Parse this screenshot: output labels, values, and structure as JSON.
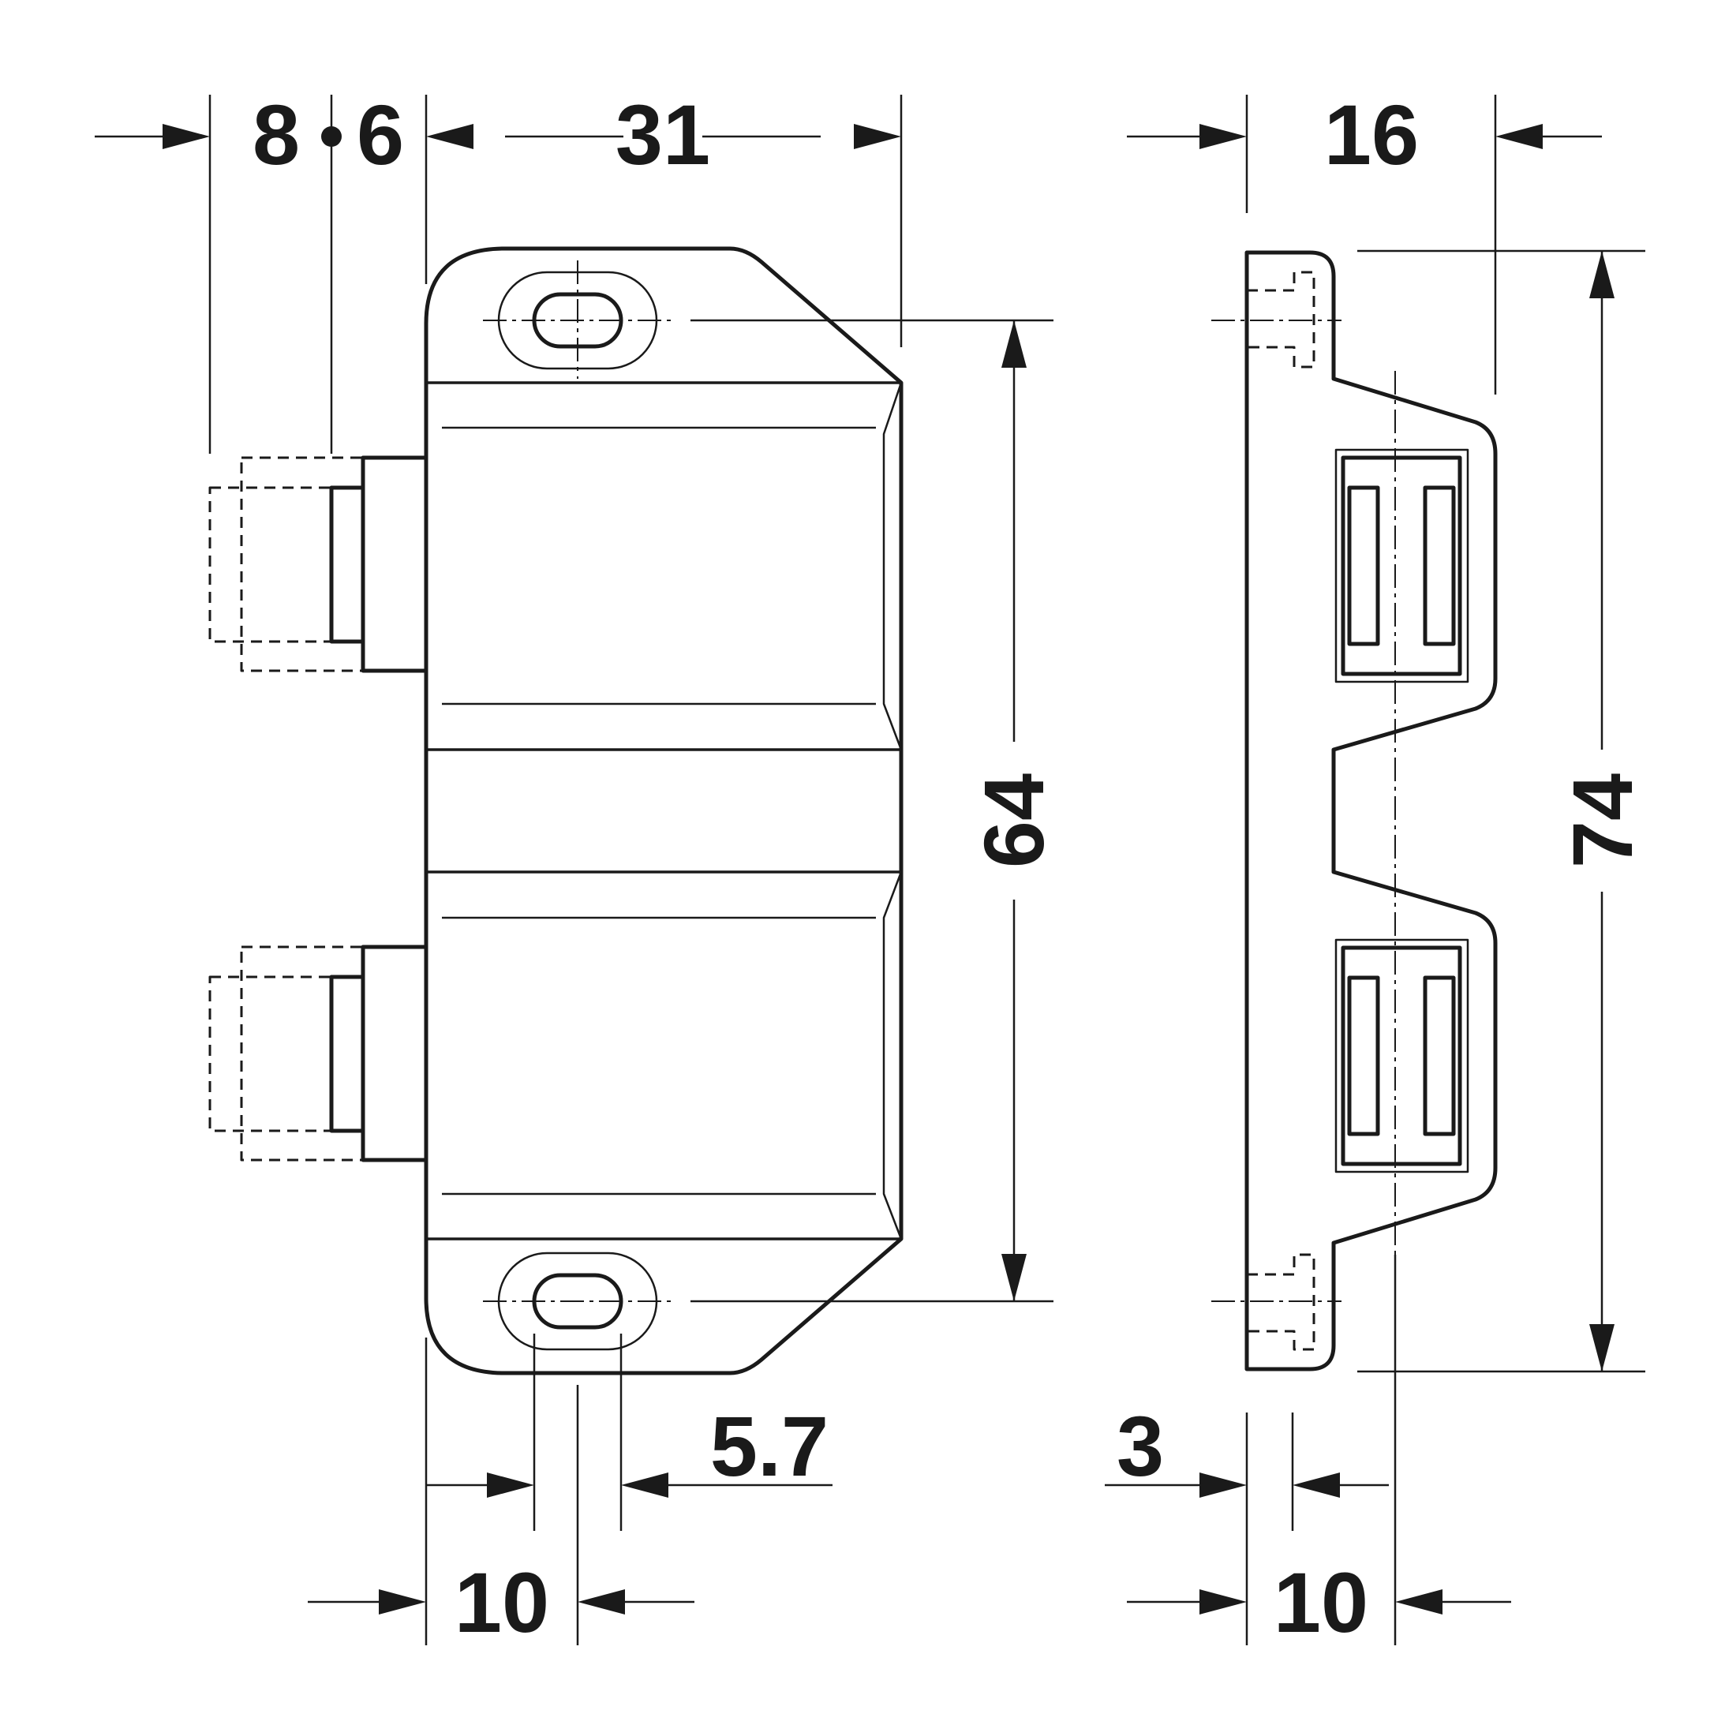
{
  "dimensions": {
    "d8": "8",
    "d6": "6",
    "d31": "31",
    "d16": "16",
    "d64": "64",
    "d74": "74",
    "d5_7": "5.7",
    "d3": "3",
    "d10_left": "10",
    "d10_right": "10"
  }
}
